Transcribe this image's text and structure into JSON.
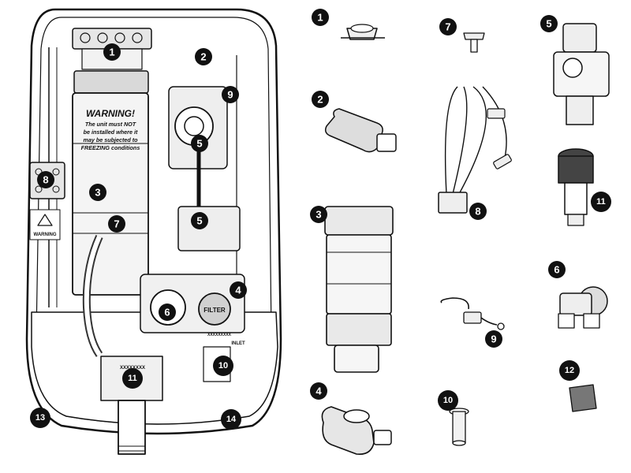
{
  "diagram": {
    "colors": {
      "ink": "#111111",
      "paper": "#ffffff",
      "shade": "#d9d9d9",
      "mid": "#a6a6a6"
    },
    "warning_title": "WARNING!",
    "warning_lines": [
      "The unit must NOT",
      "be installed where it",
      "may be subjected to",
      "FREEZING conditions"
    ],
    "side_label_title": "WARNING",
    "filter_text": "FILTER",
    "inlet_text": "INLET",
    "serial_text": "XXXXXXXX",
    "part_code_text": "XXXXXXXXX",
    "unit_labels": {
      "l1": "1",
      "l2": "2",
      "l3": "3",
      "l4": "4",
      "l5a": "5",
      "l5b": "5",
      "l6": "6",
      "l7": "7",
      "l8": "8",
      "l9": "9",
      "l10": "10",
      "l11": "11",
      "l13": "13",
      "l14": "14"
    },
    "part_labels": {
      "p1": "1",
      "p2": "2",
      "p3": "3",
      "p4": "4",
      "p5": "5",
      "p6": "6",
      "p7": "7",
      "p8": "8",
      "p9": "9",
      "p10": "10",
      "p11": "11",
      "p12": "12"
    }
  }
}
